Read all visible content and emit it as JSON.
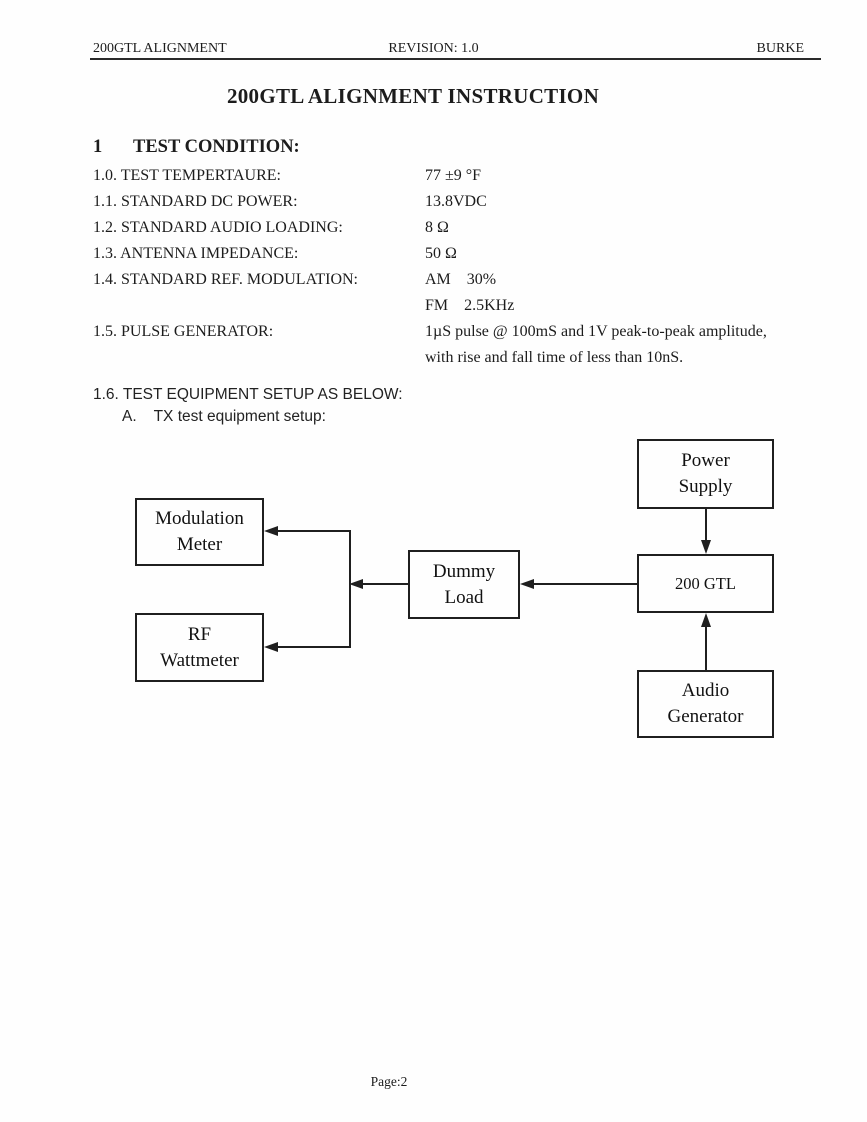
{
  "header": {
    "left": "200GTL ALIGNMENT",
    "center": "REVISION: 1.0",
    "right": "BURKE"
  },
  "title": "200GTL ALIGNMENT INSTRUCTION",
  "section": {
    "number": "1",
    "heading": "TEST CONDITION:",
    "conditions": [
      {
        "label": "1.0. TEST TEMPERTAURE:",
        "value": "77 ±9 °F"
      },
      {
        "label": "1.1. STANDARD DC POWER:",
        "value": "13.8VDC"
      },
      {
        "label": "1.2. STANDARD AUDIO LOADING:",
        "value": "8 Ω"
      },
      {
        "label": "1.3. ANTENNA IMPEDANCE:",
        "value": "50 Ω"
      },
      {
        "label": "1.4. STANDARD REF. MODULATION:",
        "value": "AM    30%"
      },
      {
        "label": "",
        "value": "FM    2.5KHz"
      },
      {
        "label": "1.5. PULSE GENERATOR:",
        "value": "1µS pulse @ 100mS and 1V peak-to-peak amplitude,"
      },
      {
        "label": "",
        "value": "with rise and fall time of less than 10nS."
      }
    ],
    "setup_line": "1.6. TEST EQUIPMENT SETUP AS BELOW:",
    "setup_sub": "A.    TX test equipment setup:"
  },
  "diagram": {
    "boxes": [
      {
        "id": "power-supply",
        "lines": [
          "Power",
          "Supply"
        ]
      },
      {
        "id": "200gtl",
        "lines": [
          "200 GTL"
        ]
      },
      {
        "id": "audio-generator",
        "lines": [
          "Audio",
          "Generator"
        ]
      },
      {
        "id": "modulation-meter",
        "lines": [
          "Modulation",
          "Meter"
        ]
      },
      {
        "id": "rf-wattmeter",
        "lines": [
          "RF",
          "Wattmeter"
        ]
      },
      {
        "id": "dummy-load",
        "lines": [
          "Dummy",
          "Load"
        ]
      }
    ],
    "line_color": "#1f1f1f"
  },
  "footer": {
    "page": "Page:2"
  }
}
